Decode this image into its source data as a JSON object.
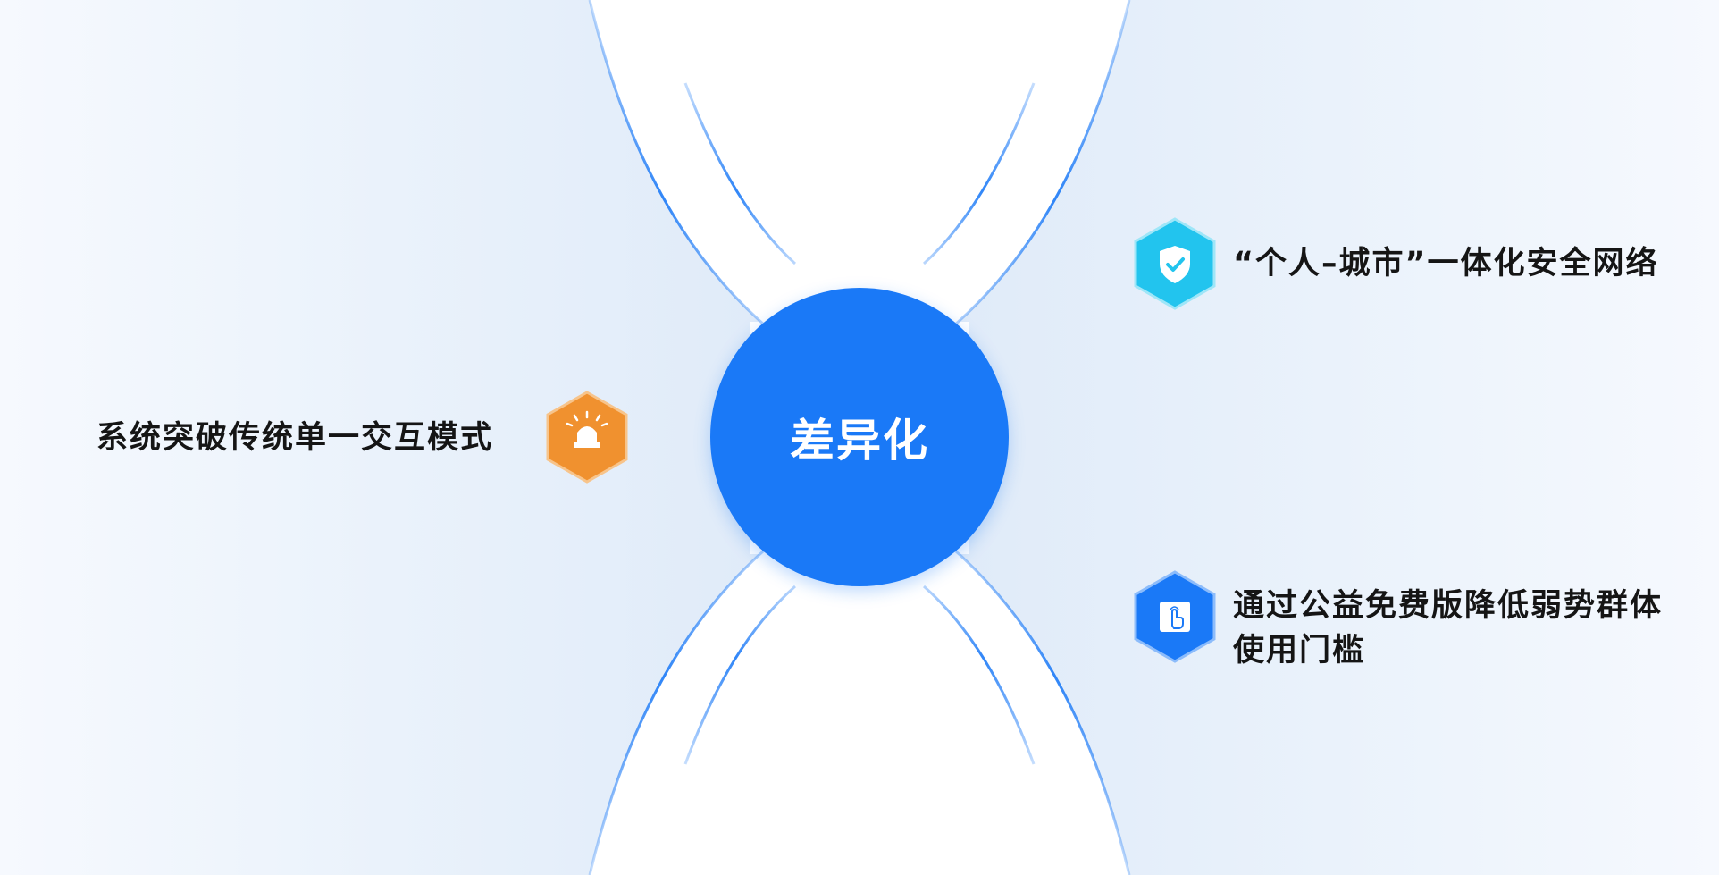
{
  "center": {
    "label": "差异化"
  },
  "features": {
    "left": {
      "text": "系统突破传统单一交互模式",
      "icon": "alarm-siren-icon",
      "color": "#f0912f"
    },
    "top_right": {
      "text": "“个人–城市”一体化安全网络",
      "icon": "shield-check-icon",
      "color": "#22c4ee"
    },
    "bottom_right": {
      "text": "通过公益免费版降低弱势群体使用门槛",
      "icon": "touch-hand-icon",
      "color": "#1a79f7"
    }
  },
  "colors": {
    "accent": "#1a79f7",
    "text": "#151515",
    "panel": "#e2ecf9"
  }
}
